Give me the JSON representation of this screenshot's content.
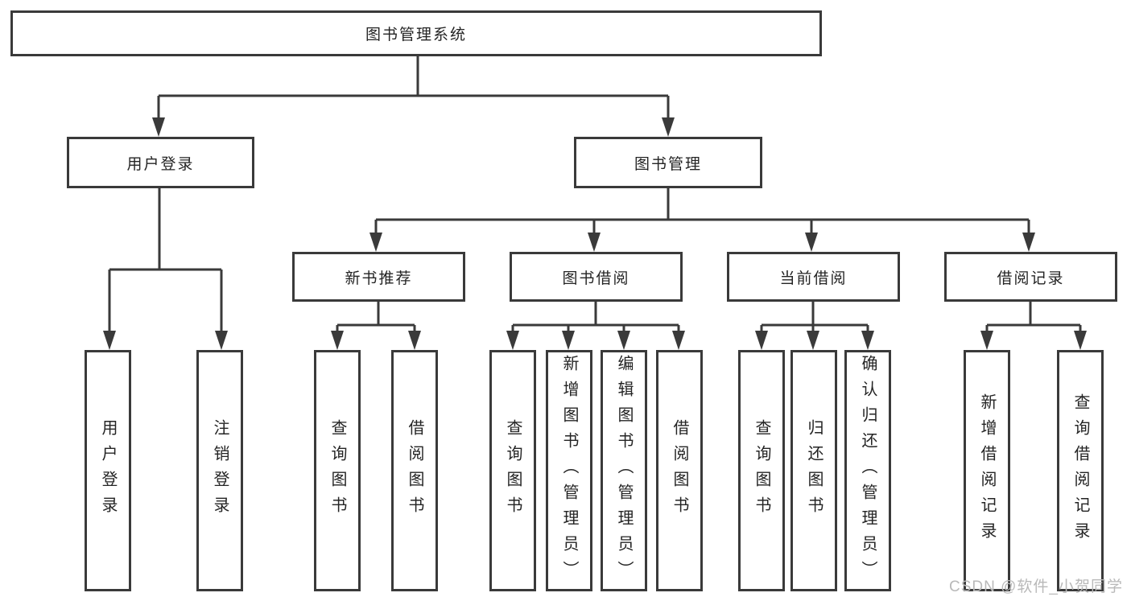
{
  "diagram": {
    "title": "图书管理系统",
    "branches": [
      {
        "label": "用户登录",
        "children": [
          {
            "label": "用户登录"
          },
          {
            "label": "注销登录"
          }
        ]
      },
      {
        "label": "图书管理",
        "children": [
          {
            "label": "新书推荐",
            "children": [
              {
                "label": "查询图书"
              },
              {
                "label": "借阅图书"
              }
            ]
          },
          {
            "label": "图书借阅",
            "children": [
              {
                "label": "查询图书"
              },
              {
                "label": "新增图书（管理员）"
              },
              {
                "label": "编辑图书（管理员）"
              },
              {
                "label": "借阅图书"
              }
            ]
          },
          {
            "label": "当前借阅",
            "children": [
              {
                "label": "查询图书"
              },
              {
                "label": "归还图书"
              },
              {
                "label": "确认归还（管理员）"
              }
            ]
          },
          {
            "label": "借阅记录",
            "children": [
              {
                "label": "新增借阅记录"
              },
              {
                "label": "查询借阅记录"
              }
            ]
          }
        ]
      }
    ]
  },
  "watermark": {
    "text": "CSDN @软件_小贺同学"
  },
  "colors": {
    "line": "#3a3a3a",
    "text": "#242424",
    "watermark": "#b9b9b9"
  }
}
